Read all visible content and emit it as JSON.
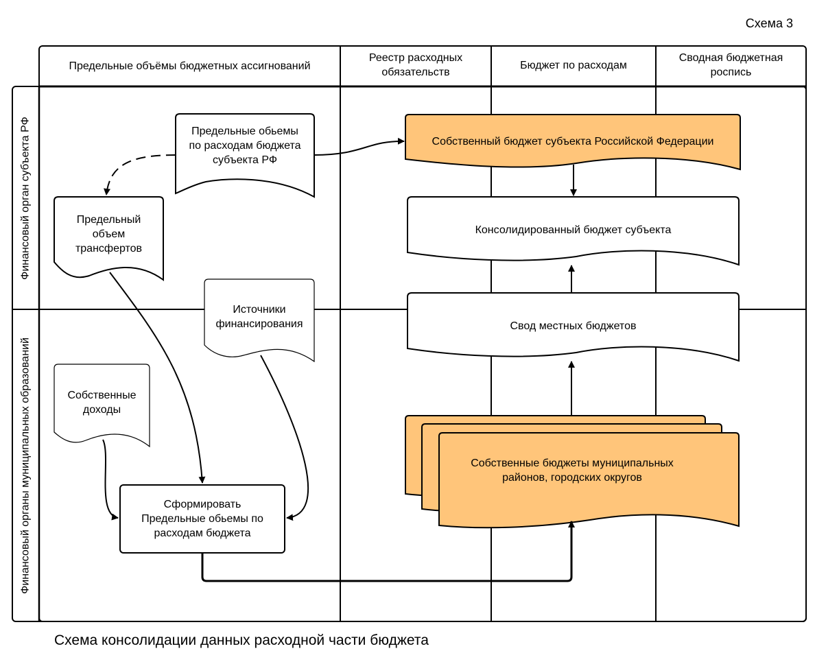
{
  "scheme_label": "Схема 3",
  "caption": "Схема консолидации данных расходной части бюджета",
  "columns": [
    "Предельные объёмы бюджетных ассигнований",
    "Реестр расходных\nобязательств",
    "Бюджет по расходам",
    "Сводная бюджетная\nроспись"
  ],
  "lanes": [
    "Финансовый орган субъекта РФ",
    "Финансовый органы муниципальных образований"
  ],
  "shapes": {
    "limits_region": "Предельные обьемы\nпо расходам бюджета\nсубъекта РФ",
    "transfers_limit": "Предельный\nобъем\nтрансфертов",
    "financing_sources": "Источники\nфинансирования",
    "own_revenues": "Собственные\nдоходы",
    "form_limits": "Сформировать\nПредельные обьемы по\nрасходам бюджета",
    "own_budget_region": "Собственный бюджет субъекта Российской Федерации",
    "consolidated_budget": "Консолидированный бюджет субъекта",
    "local_budgets_summary": "Свод местных бюджетов",
    "municipal_budgets": "Собственные бюджеты муниципальных\nрайонов, городских округов"
  },
  "colors": {
    "highlight_fill": "#ffc57a",
    "line": "#000000",
    "background": "#ffffff"
  }
}
